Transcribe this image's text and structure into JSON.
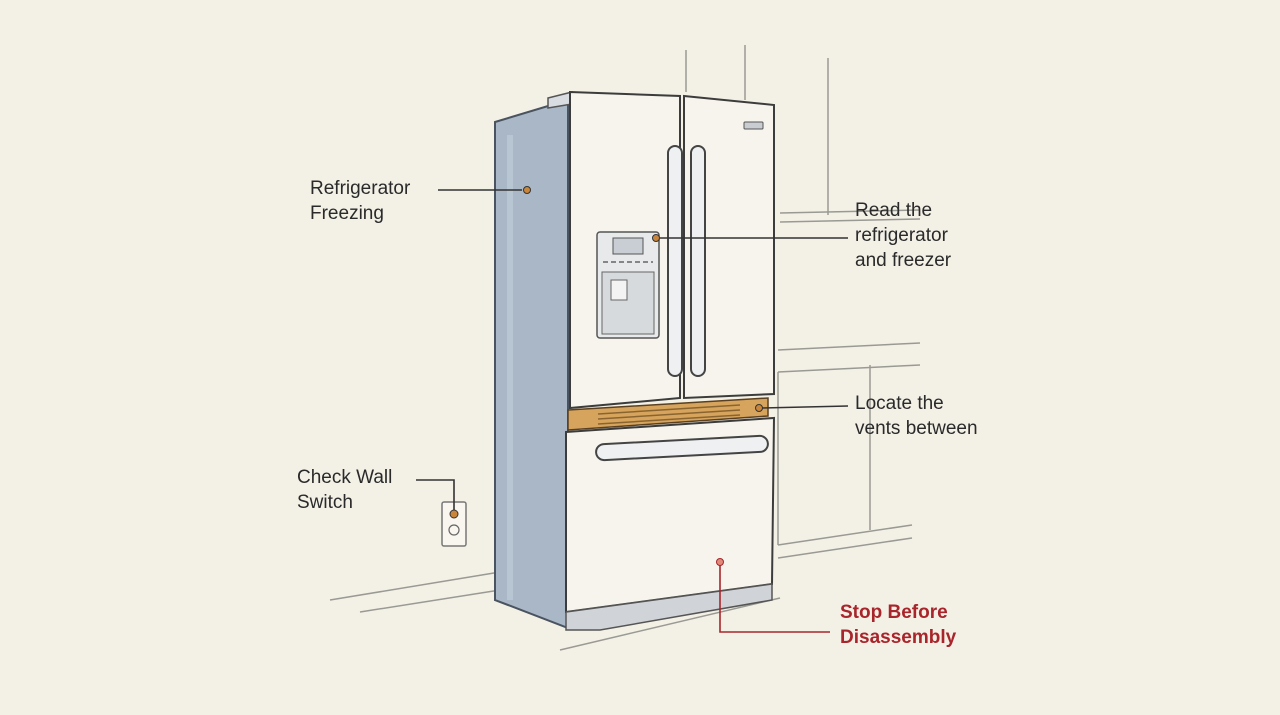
{
  "callouts": {
    "refrigerator_freezing": "Refrigerator\nFreezing",
    "read_controls": "Read the\nrefrigerator\nand freezer",
    "locate_vents": "Locate the\nvents between",
    "check_wall_switch": "Check Wall\nSwitch",
    "stop_before_disassembly": "Stop Before\nDisassembly"
  },
  "colors": {
    "background": "#f3f0e6",
    "cabinet_side": "#a9b7c6",
    "door_face": "#f6f4ec",
    "vent_strip": "#d6a45c",
    "leader_line": "#333333",
    "callout_dot": "#c9853a",
    "warning": "#a8252b"
  }
}
